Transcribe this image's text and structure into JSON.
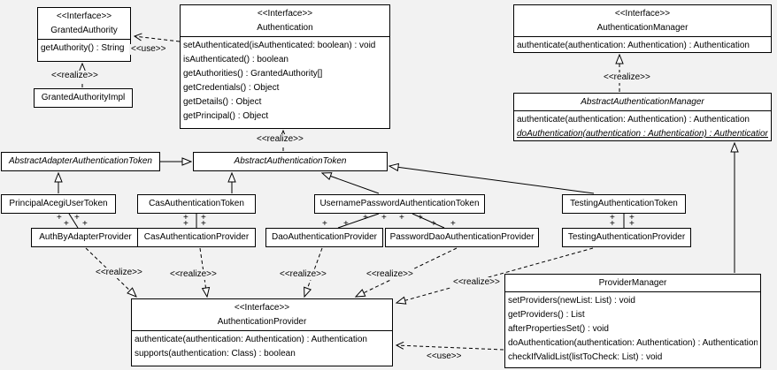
{
  "classes": {
    "granted_authority": {
      "stereotype": "<<Interface>>",
      "name": "GrantedAuthority",
      "methods": [
        "getAuthority() : String"
      ]
    },
    "granted_authority_impl": {
      "name": "GrantedAuthorityImpl"
    },
    "authentication": {
      "stereotype": "<<Interface>>",
      "name": "Authentication",
      "methods": [
        "setAuthenticated(isAuthenticated: boolean) : void",
        "isAuthenticated() : boolean",
        "getAuthorities() : GrantedAuthority[]",
        "getCredentials() : Object",
        "getDetails() : Object",
        "getPrincipal() : Object"
      ]
    },
    "authentication_manager": {
      "stereotype": "<<Interface>>",
      "name": "AuthenticationManager",
      "methods": [
        "authenticate(authentication: Authentication) : Authentication"
      ]
    },
    "abstract_authentication_manager": {
      "name": "AbstractAuthenticationManager",
      "methods": [
        "authenticate(authentication: Authentication) : Authentication",
        "doAuthentication(authentication : Authentication) : Authentication"
      ]
    },
    "abstract_authentication_token": {
      "name": "AbstractAuthenticationToken"
    },
    "abstract_adapter_authentication_token": {
      "name": "AbstractAdapterAuthenticationToken"
    },
    "principal_acegi_user_token": {
      "name": "PrincipalAcegiUserToken"
    },
    "cas_authentication_token": {
      "name": "CasAuthenticationToken"
    },
    "username_password_authentication_token": {
      "name": "UsernamePasswordAuthenticationToken"
    },
    "testing_authentication_token": {
      "name": "TestingAuthenticationToken"
    },
    "auth_by_adapter_provider": {
      "name": "AuthByAdapterProvider"
    },
    "cas_authentication_provider": {
      "name": "CasAuthenticationProvider"
    },
    "dao_authentication_provider": {
      "name": "DaoAuthenticationProvider"
    },
    "password_dao_authentication_provider": {
      "name": "PasswordDaoAuthenticationProvider"
    },
    "testing_authentication_provider": {
      "name": "TestingAuthenticationProvider"
    },
    "authentication_provider": {
      "stereotype": "<<Interface>>",
      "name": "AuthenticationProvider",
      "methods": [
        "authenticate(authentication: Authentication) : Authentication",
        "supports(authentication: Class) : boolean"
      ]
    },
    "provider_manager": {
      "name": "ProviderManager",
      "methods": [
        "setProviders(newList: List) : void",
        "getProviders() : List",
        "afterPropertiesSet() : void",
        "doAuthentication(authentication: Authentication) : Authentication",
        "checkIfValidList(listToCheck: List) : void"
      ]
    }
  },
  "stereotype_labels": {
    "use": "<<use>>",
    "realize": "<<realize>>"
  },
  "symbols": {
    "plus": "+"
  }
}
